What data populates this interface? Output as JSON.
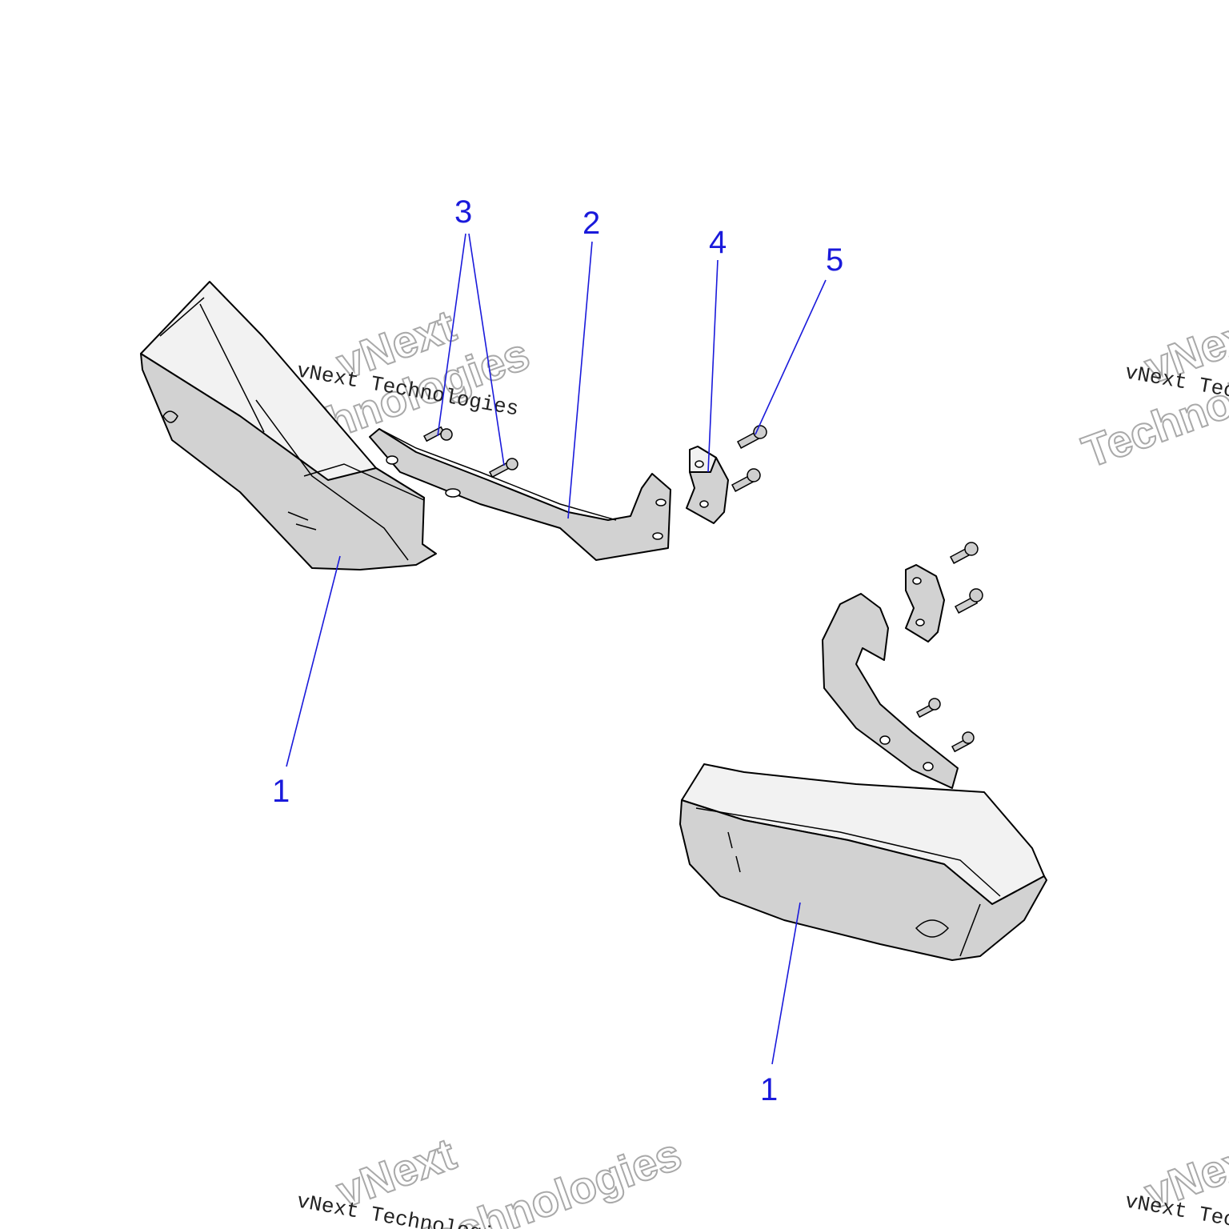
{
  "watermark": {
    "line1": "vNext",
    "line2": "Technologies",
    "caption": "vNext Technologies"
  },
  "callouts": {
    "c3": "3",
    "c2": "2",
    "c4": "4",
    "c5": "5",
    "c1a": "1",
    "c1b": "1"
  }
}
